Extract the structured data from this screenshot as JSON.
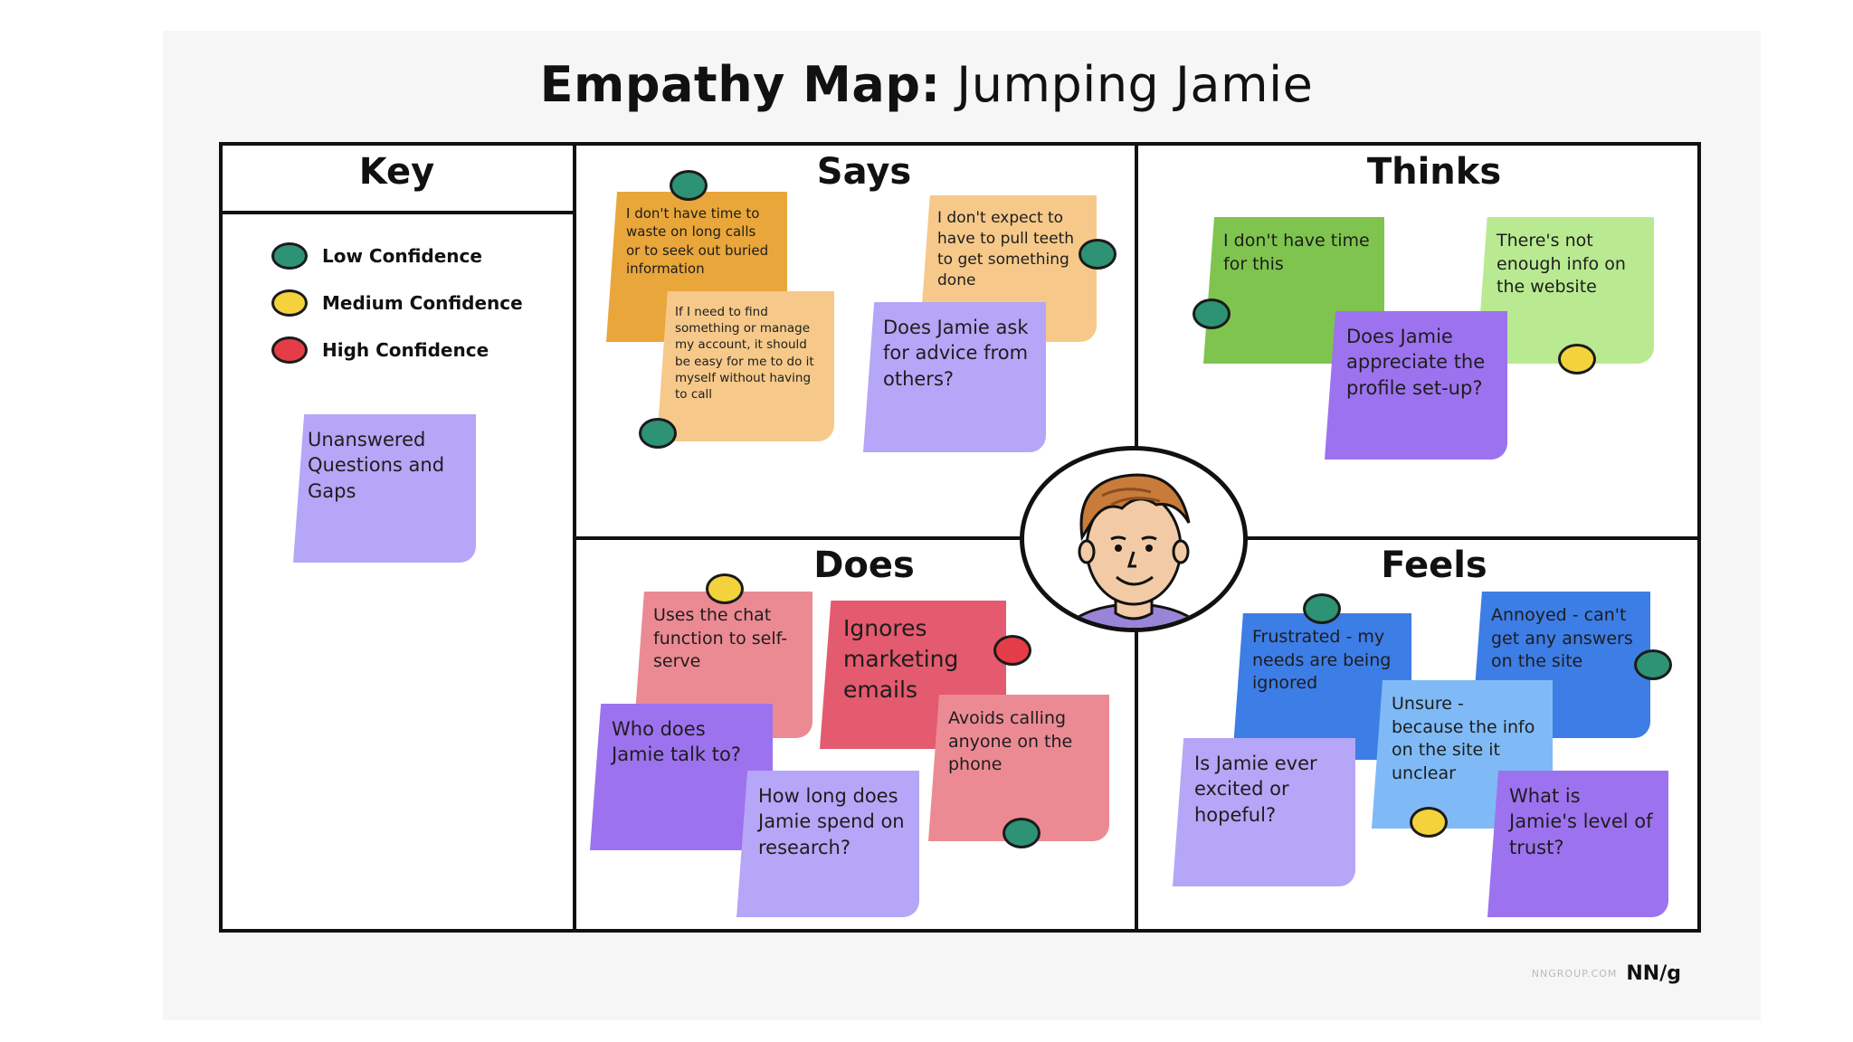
{
  "title": {
    "bold": "Empathy Map:",
    "name": "Jumping Jamie"
  },
  "colors": {
    "low": "#2e9274",
    "medium": "#f4d23c",
    "high": "#e53d47",
    "question": "#b6a6f7",
    "says_orange": "#e9a63a",
    "says_peach": "#f6c98a",
    "thinks_green": "#7fc44f",
    "thinks_lightgreen": "#b9ea92",
    "does_pink": "#ec8a93",
    "does_red": "#e45a6e",
    "feels_blue": "#3d7de6",
    "feels_lightblue": "#7fbaf6"
  },
  "key": {
    "title": "Key",
    "legend": [
      {
        "label": "Low Confidence",
        "color": "#2e9274"
      },
      {
        "label": "Medium Confidence",
        "color": "#f4d23c"
      },
      {
        "label": "High Confidence",
        "color": "#e53d47"
      }
    ],
    "questions_label": "Unanswered Questions and Gaps"
  },
  "quadrants": {
    "says": "Says",
    "thinks": "Thinks",
    "does": "Does",
    "feels": "Feels"
  },
  "notes": {
    "says_time": "I don't have time to waste on long calls or to seek out buried information",
    "says_easy": "If I need to find something or manage my account, it should be easy for me to do it myself without having to call",
    "says_teeth": "I don't expect to have to pull teeth to get something done",
    "says_question": "Does Jamie ask for advice from others?",
    "thinks_time": "I don't have time for this",
    "thinks_info": "There's not enough info on the website",
    "thinks_question": "Does Jamie appreciate the profile set-up?",
    "does_chat": "Uses the chat function to self-serve",
    "does_emails": "Ignores marketing emails",
    "does_calling": "Avoids calling anyone on the phone",
    "does_q_talk": "Who does Jamie talk to?",
    "does_q_research": "How long does Jamie spend on research?",
    "feels_frustrated": "Frustrated - my needs are being ignored",
    "feels_annoyed": "Annoyed - can't get any answers on the site",
    "feels_unsure": "Unsure - because the info on the site it unclear",
    "feels_q_excited": "Is Jamie ever excited or hopeful?",
    "feels_q_trust": "What is Jamie's level of trust?"
  },
  "footer": {
    "site": "NNGROUP.COM",
    "logo": "NN/g"
  },
  "icons": {
    "avatar": "person-avatar-icon",
    "confidence": "confidence-dot-icon"
  }
}
